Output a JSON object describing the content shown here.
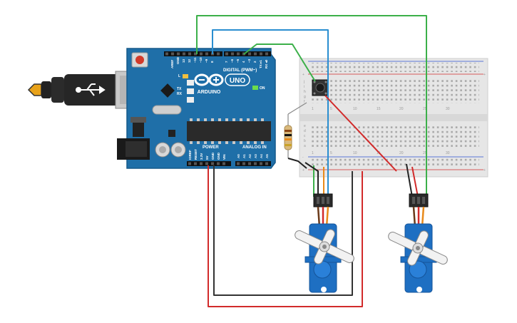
{
  "board": {
    "brand": "ARDUINO",
    "model": "UNO",
    "digital_header": "DIGITAL (PWM~)",
    "power_header": "POWER",
    "analog_header": "ANALOG IN",
    "on_label": "ON",
    "tx_label": "TX",
    "rx_label": "RX",
    "l_label": "L",
    "aref_label": "AREF",
    "gnd_label": "GND",
    "pin_13": "13",
    "pin_12": "12",
    "pin_11": "~11",
    "pin_10": "~10",
    "pin_9": "~9",
    "pin_8": "8",
    "pin_7": "7",
    "pin_6": "~6",
    "pin_5": "~5",
    "pin_4": "4",
    "pin_3": "~3",
    "pin_2": "2",
    "pin_tx1": "TX ▸1",
    "pin_rx0": "RX ◂0",
    "pin_ioref": "IOREF",
    "pin_reset": "RESET",
    "pin_3v3": "3.3V",
    "pin_5v": "5V",
    "pin_gnd1": "GND",
    "pin_gnd2": "GND",
    "pin_vin": "VIN",
    "pin_a0": "A0",
    "pin_a1": "A1",
    "pin_a2": "A2",
    "pin_a3": "A3",
    "pin_a4": "A4",
    "pin_a5": "A5"
  },
  "breadboard": {
    "rail_plus": "+",
    "rail_minus": "-",
    "row_letters_top": [
      "j",
      "i",
      "h",
      "g",
      "f"
    ],
    "row_letters_bottom": [
      "e",
      "d",
      "c",
      "b",
      "a"
    ],
    "column_numbers": [
      "1",
      "5",
      "10",
      "15",
      "20",
      "25",
      "30"
    ]
  },
  "colors": {
    "board": "#1f6fa8",
    "wire_green": "#3cb04a",
    "wire_blue": "#2a8ed0",
    "wire_red": "#d22a2a",
    "wire_black": "#333333",
    "wire_orange": "#e88a1a",
    "servo": "#1e6fc2"
  }
}
